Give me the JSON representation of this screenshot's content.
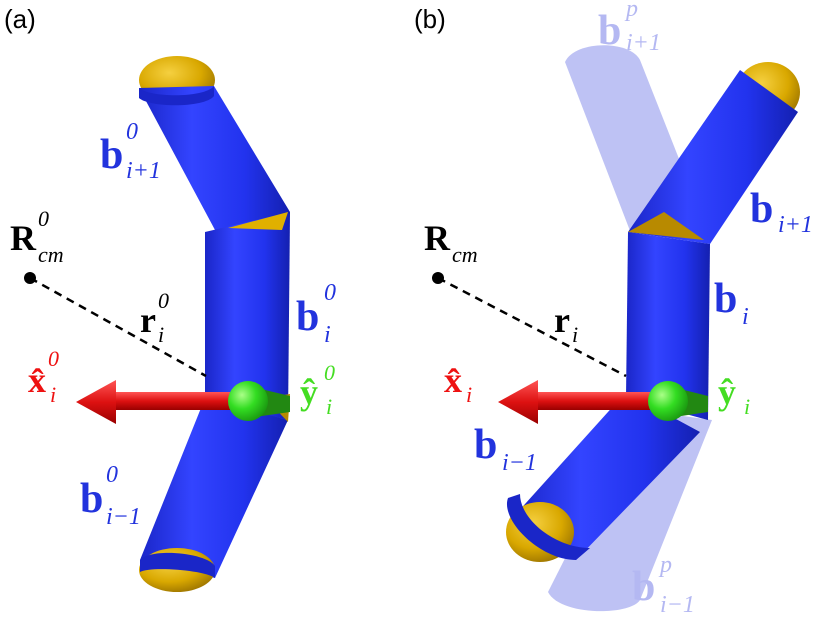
{
  "panels": [
    {
      "id": "a",
      "tag": "(a)",
      "labels": {
        "b_next": {
          "base": "b",
          "sub": "i+1",
          "sup": "0"
        },
        "b_cur": {
          "base": "b",
          "sub": "i",
          "sup": "0"
        },
        "b_prev": {
          "base": "b",
          "sub": "i−1",
          "sup": "0"
        },
        "R": {
          "base": "R",
          "sub": "cm",
          "sup": "0"
        },
        "r": {
          "base": "r",
          "sub": "i",
          "sup": "0"
        },
        "x": {
          "base": "x̂",
          "sub": "i",
          "sup": "0"
        },
        "y": {
          "base": "ŷ",
          "sub": "i",
          "sup": "0"
        }
      }
    },
    {
      "id": "b",
      "tag": "(b)",
      "labels": {
        "b_next": {
          "base": "b",
          "sub": "i+1",
          "sup": ""
        },
        "b_cur": {
          "base": "b",
          "sub": "i",
          "sup": ""
        },
        "b_prev": {
          "base": "b",
          "sub": "i−1",
          "sup": ""
        },
        "R": {
          "base": "R",
          "sub": "cm",
          "sup": ""
        },
        "r": {
          "base": "r",
          "sub": "i",
          "sup": ""
        },
        "x": {
          "base": "x̂",
          "sub": "i",
          "sup": ""
        },
        "y": {
          "base": "ŷ",
          "sub": "i",
          "sup": ""
        },
        "bp_next": {
          "base": "b",
          "sub": "i+1",
          "sup": "p"
        },
        "bp_prev": {
          "base": "b",
          "sub": "i−1",
          "sup": "p"
        }
      }
    }
  ],
  "colors": {
    "bond": "#2233ee",
    "bond_ghost": "#aab0f0",
    "cap": "#e0b000",
    "cap_dark": "#b88a00",
    "arrow": "#dd1111",
    "sphere": "#33dd22",
    "label_blue": "#2233dd",
    "label_red": "#ee1111",
    "label_green": "#44dd22",
    "label_ghost": "#b4b8f2",
    "black": "#000000"
  }
}
